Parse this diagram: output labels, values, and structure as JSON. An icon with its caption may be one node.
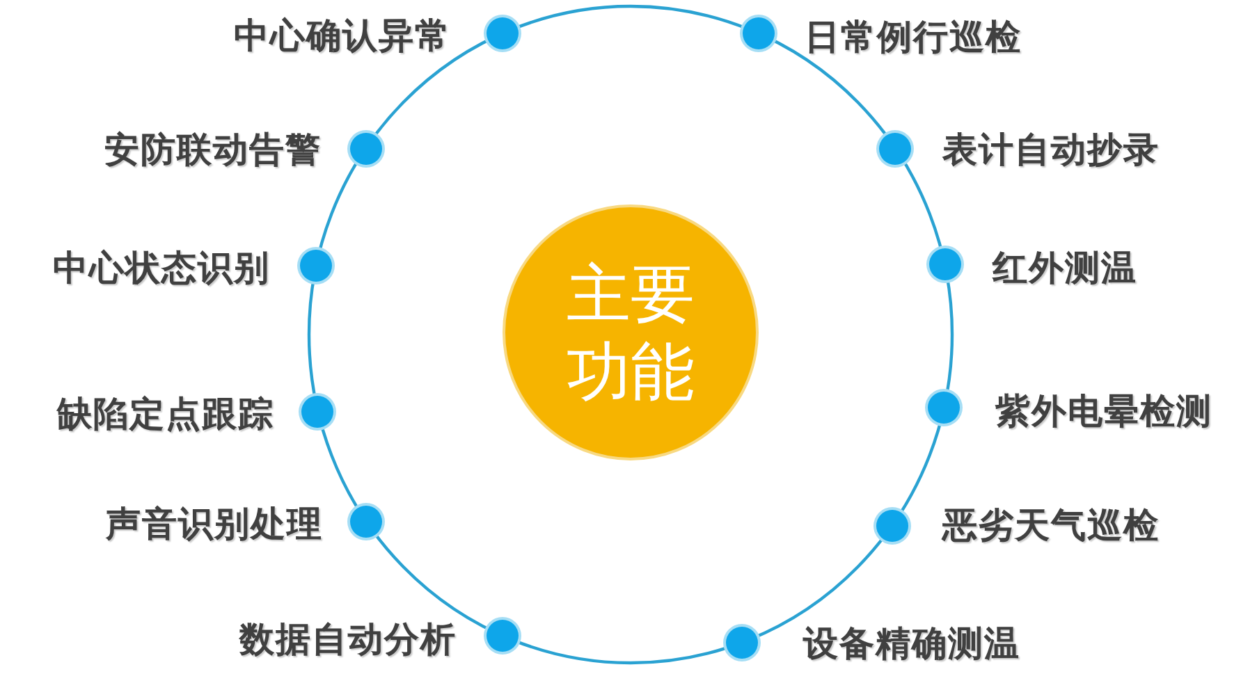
{
  "diagram": {
    "nodes": [
      {
        "text": [
          "主要功能"
        ]
      },
      {
        "text": [
          "中心确认异常"
        ]
      },
      {
        "text": [
          "日常例行巡检"
        ]
      },
      {
        "text": [
          "安防联动告警"
        ]
      },
      {
        "text": [
          "表计自动抄录"
        ]
      },
      {
        "text": [
          "中心状态识别"
        ]
      },
      {
        "text": [
          "红外测温"
        ]
      },
      {
        "text": [
          "缺陷定点跟踪"
        ]
      },
      {
        "text": [
          "紫外电晕检测"
        ]
      },
      {
        "text": [
          "声音识别处理"
        ]
      },
      {
        "text": [
          "恶劣天气巡检"
        ]
      },
      {
        "text": [
          "数据自动分析"
        ]
      },
      {
        "text": [
          "设备精确测温"
        ]
      }
    ]
  }
}
